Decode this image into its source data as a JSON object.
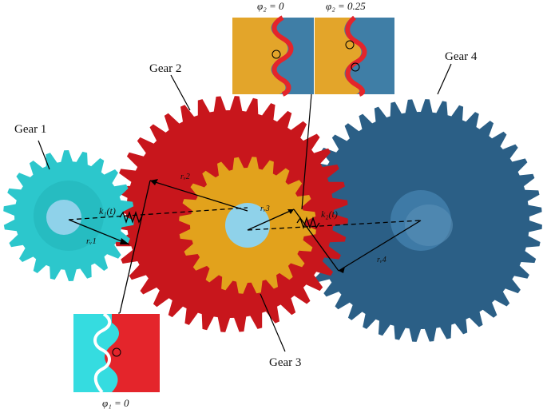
{
  "labels": {
    "gear1": "Gear 1",
    "gear2": "Gear 2",
    "gear3": "Gear 3",
    "gear4": "Gear 4"
  },
  "annotations": {
    "k1": "k₁(t)",
    "k2": "k₂(t)",
    "rb1": "rᵥ1",
    "rb2": "rᵥ2",
    "rb3": "rᵥ3",
    "rb4": "rᵥ4"
  },
  "insets": {
    "phi1": "φ₁ = 0",
    "phi2_a": "φ₂ = 0",
    "phi2_b": "φ₂ = 0.25"
  },
  "colors": {
    "gear1": "#2cc7cc",
    "gear2": "#c8161c",
    "gear3": "#e2a21c",
    "gear4": "#2b5f86",
    "hub": "#8fd2ea"
  }
}
